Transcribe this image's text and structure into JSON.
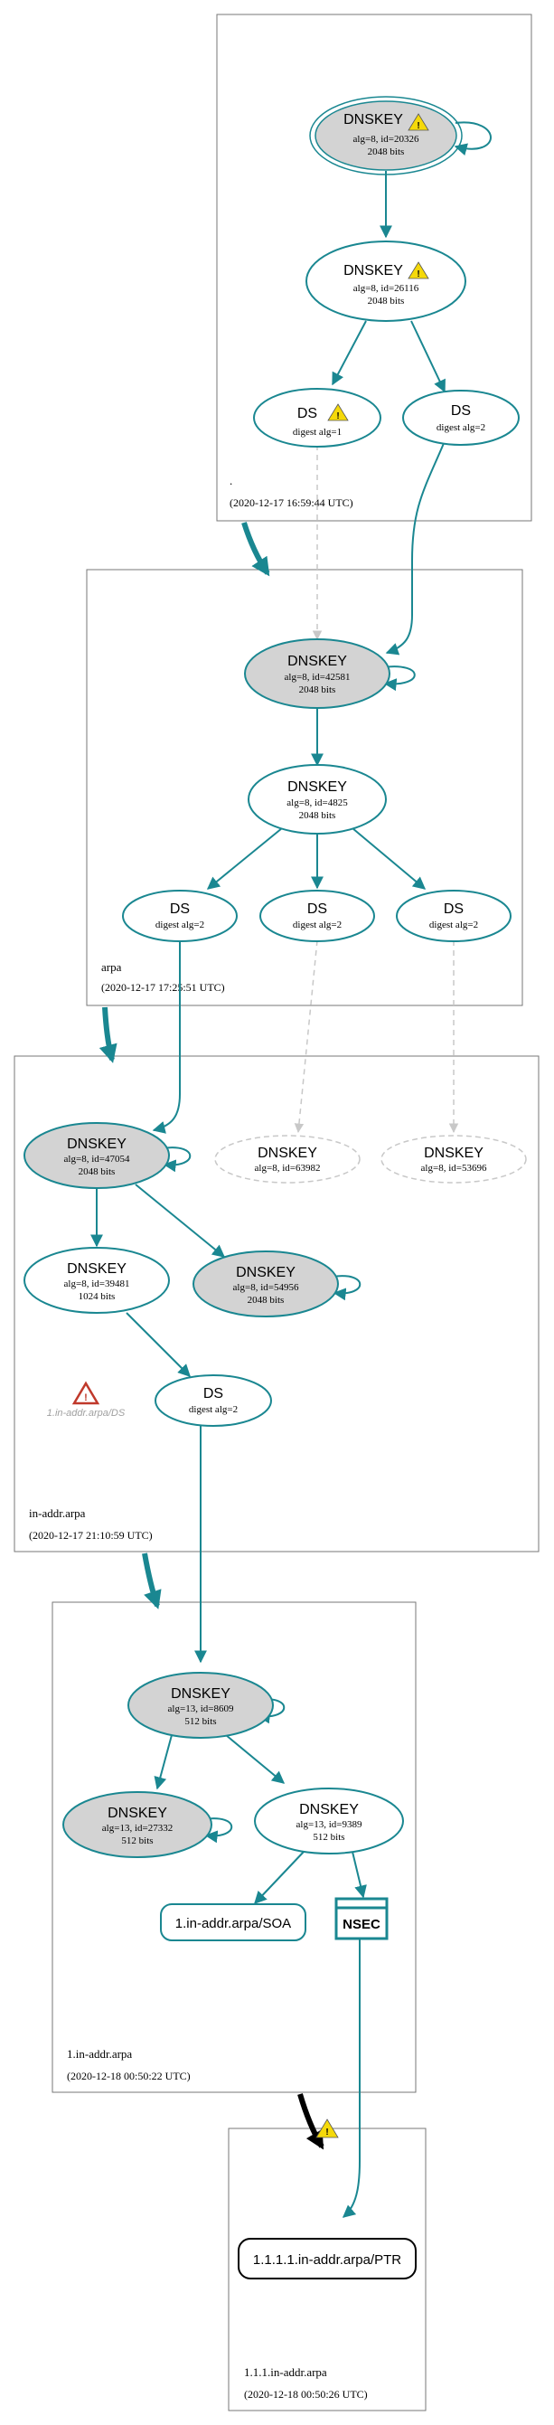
{
  "colors": {
    "teal": "#1a8791",
    "zone_border": "#777777",
    "key_fill": "#d3d3d3",
    "missing": "#c8c8c8",
    "error": "#c0392b",
    "warning_fill": "#f5d90a"
  },
  "zones": {
    "root": {
      "name": ".",
      "timestamp": "(2020-12-17 16:59:44 UTC)"
    },
    "arpa": {
      "name": "arpa",
      "timestamp": "(2020-12-17 17:25:51 UTC)"
    },
    "inaddr": {
      "name": "in-addr.arpa",
      "timestamp": "(2020-12-17 21:10:59 UTC)"
    },
    "one": {
      "name": "1.in-addr.arpa",
      "timestamp": "(2020-12-18 00:50:22 UTC)"
    },
    "ptr": {
      "name": "1.1.1.in-addr.arpa",
      "timestamp": "(2020-12-18 00:50:26 UTC)"
    }
  },
  "nodes": {
    "root_ksk": {
      "title": "DNSKEY",
      "line1": "alg=8, id=20326",
      "line2": "2048 bits"
    },
    "root_zsk": {
      "title": "DNSKEY",
      "line1": "alg=8, id=26116",
      "line2": "2048 bits"
    },
    "root_ds1": {
      "title": "DS",
      "line1": "digest alg=1"
    },
    "root_ds2": {
      "title": "DS",
      "line1": "digest alg=2"
    },
    "arpa_ksk": {
      "title": "DNSKEY",
      "line1": "alg=8, id=42581",
      "line2": "2048 bits"
    },
    "arpa_zsk": {
      "title": "DNSKEY",
      "line1": "alg=8, id=4825",
      "line2": "2048 bits"
    },
    "arpa_ds_a": {
      "title": "DS",
      "line1": "digest alg=2"
    },
    "arpa_ds_b": {
      "title": "DS",
      "line1": "digest alg=2"
    },
    "arpa_ds_c": {
      "title": "DS",
      "line1": "digest alg=2"
    },
    "in_ksk": {
      "title": "DNSKEY",
      "line1": "alg=8, id=47054",
      "line2": "2048 bits"
    },
    "in_miss1": {
      "title": "DNSKEY",
      "line1": "alg=8, id=63982"
    },
    "in_miss2": {
      "title": "DNSKEY",
      "line1": "alg=8, id=53696"
    },
    "in_zsk": {
      "title": "DNSKEY",
      "line1": "alg=8, id=39481",
      "line2": "1024 bits"
    },
    "in_key3": {
      "title": "DNSKEY",
      "line1": "alg=8, id=54956",
      "line2": "2048 bits"
    },
    "in_ds": {
      "title": "DS",
      "line1": "digest alg=2"
    },
    "in_err": {
      "label": "1.in-addr.arpa/DS"
    },
    "one_ksk": {
      "title": "DNSKEY",
      "line1": "alg=13, id=8609",
      "line2": "512 bits"
    },
    "one_key2": {
      "title": "DNSKEY",
      "line1": "alg=13, id=27332",
      "line2": "512 bits"
    },
    "one_zsk": {
      "title": "DNSKEY",
      "line1": "alg=13, id=9389",
      "line2": "512 bits"
    },
    "one_soa": {
      "label": "1.in-addr.arpa/SOA"
    },
    "one_nsec": {
      "label": "NSEC"
    },
    "ptr_rr": {
      "label": "1.1.1.1.in-addr.arpa/PTR"
    }
  }
}
